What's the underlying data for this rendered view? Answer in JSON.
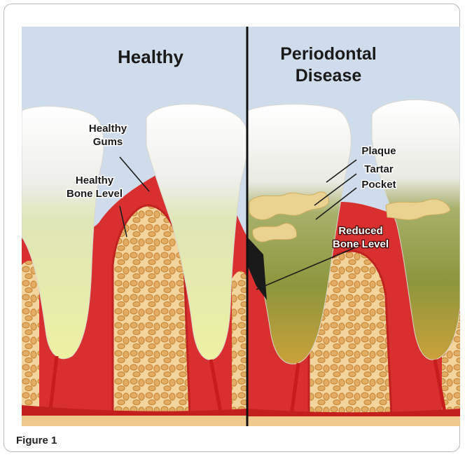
{
  "panels": {
    "left": {
      "title": "Healthy",
      "labels": {
        "gums_line1": "Healthy",
        "gums_line2": "Gums",
        "bone_line1": "Healthy",
        "bone_line2": "Bone Level"
      }
    },
    "right": {
      "title_line1": "Periodontal",
      "title_line2": "Disease",
      "labels": {
        "plaque": "Plaque",
        "tartar": "Tartar",
        "pocket": "Pocket",
        "reduced_line1": "Reduced",
        "reduced_line2": "Bone Level"
      }
    }
  },
  "caption": "Figure 1",
  "colors": {
    "sky": "#c9d7ea",
    "gum": "#d8302e",
    "gum_dark": "#b01818",
    "bone": "#f0c98e",
    "bone_cell": "#c98a3d",
    "enamel": "#f4f4f2",
    "root_healthy": "#e9ecab",
    "root_disease": "#9aa24a",
    "tartar": "#e9cf8e"
  }
}
